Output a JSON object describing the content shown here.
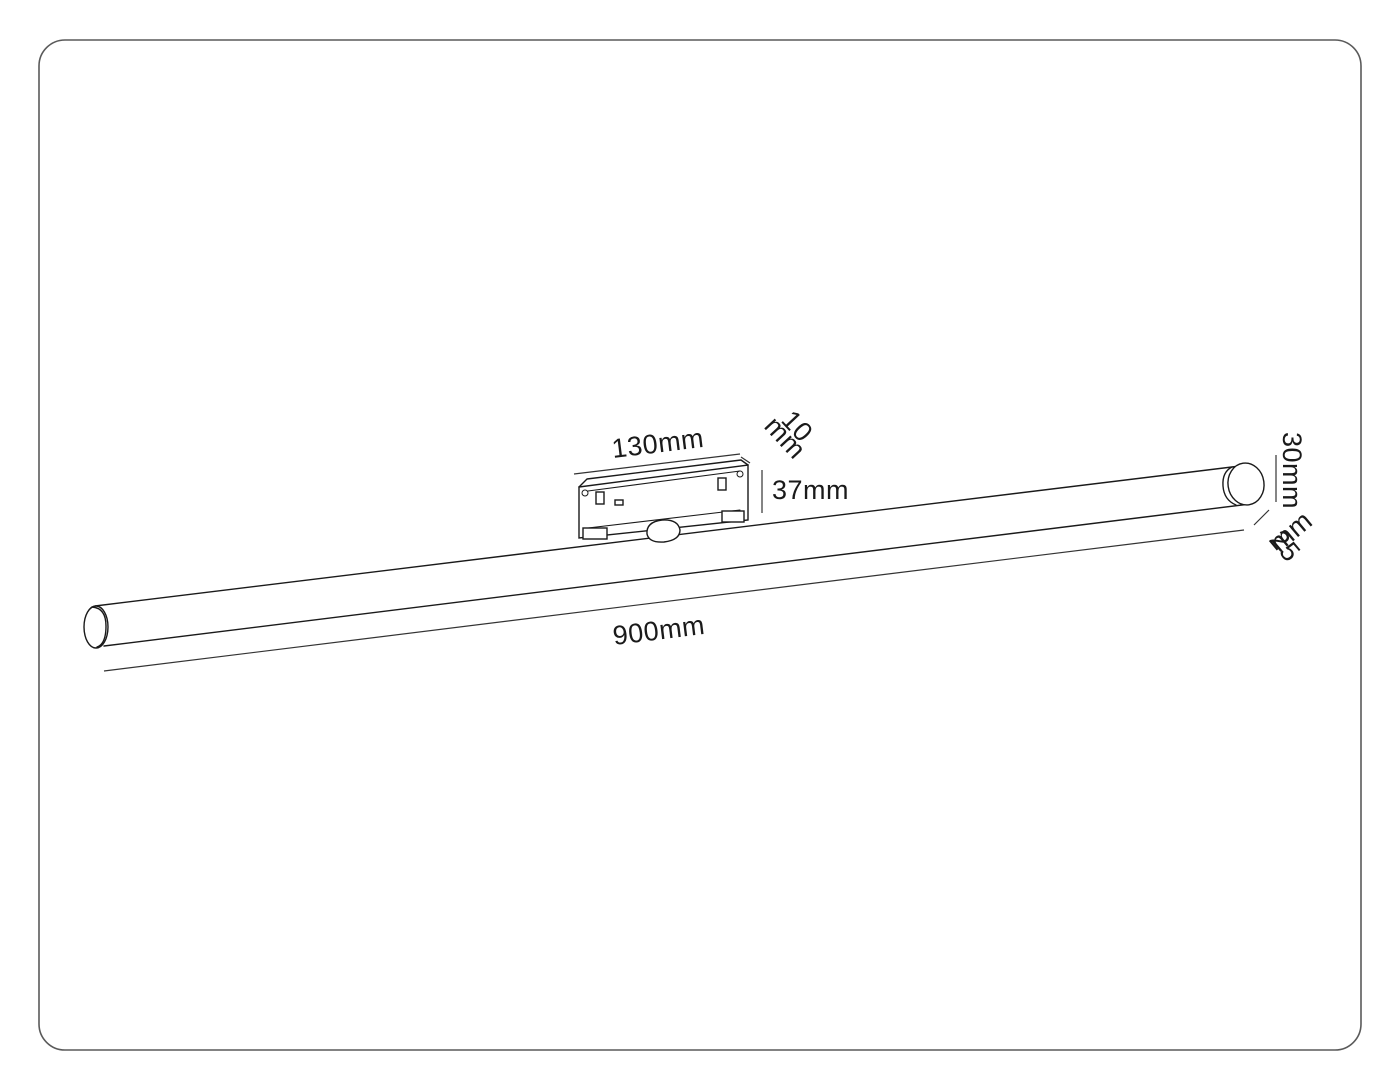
{
  "dimensions": {
    "length": "900mm",
    "adapter_length": "130mm",
    "adapter_height": "37mm",
    "adapter_depth_value": "10",
    "adapter_depth_unit": "mm",
    "tube_diameter": "30mm",
    "tube_depth_value": "25",
    "tube_depth_unit": "mm"
  },
  "colors": {
    "line": "#1a1a1a",
    "frame": "#5a5a5a"
  }
}
